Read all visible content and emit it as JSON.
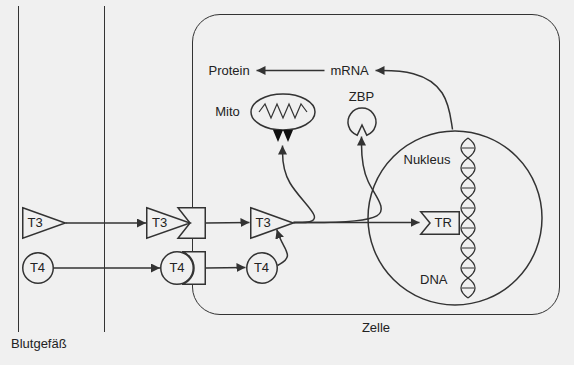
{
  "diagram": {
    "nodes": [
      {
        "text": [
          "Blutgefäß"
        ]
      },
      {
        "text": [
          "T3"
        ],
        "in": 0
      },
      {
        "text": [
          "T4"
        ],
        "in": 0
      },
      {
        "text": [
          "T3"
        ]
      },
      {
        "text": [
          "T4"
        ]
      },
      {
        "text": [
          "Zelle"
        ]
      },
      {
        "text": [
          "Protein"
        ],
        "in": 5
      },
      {
        "text": [
          "mRNA"
        ],
        "in": 5
      },
      {
        "text": [
          "Mito"
        ],
        "in": 5
      },
      {
        "text": [
          "ZBP"
        ],
        "in": 5
      },
      {
        "text": [
          "T3"
        ],
        "in": 5
      },
      {
        "text": [
          "T4"
        ],
        "in": 5
      },
      {
        "text": [
          "Nukleus"
        ],
        "in": 5
      },
      {
        "text": [
          "TR"
        ],
        "in": 12
      }
    ],
    "edges": [
      {
        "from": 1,
        "to": 3,
        "arrow": "to"
      },
      {
        "from": 2,
        "to": 4,
        "arrow": "to"
      },
      {
        "from": 3,
        "to": 10,
        "arrow": "to"
      },
      {
        "from": 4,
        "to": 11,
        "arrow": "to"
      },
      {
        "from": 11,
        "to": 10,
        "arrow": "to"
      },
      {
        "from": 10,
        "to": 13,
        "arrow": "to"
      },
      {
        "from": 10,
        "to": 8,
        "arrow": "to"
      },
      {
        "from": 10,
        "to": 9,
        "arrow": "to"
      },
      {
        "from": 12,
        "to": 7,
        "arrow": "to"
      },
      {
        "from": 7,
        "to": 6,
        "arrow": "to"
      }
    ],
    "labels": [
      "DNA"
    ]
  }
}
